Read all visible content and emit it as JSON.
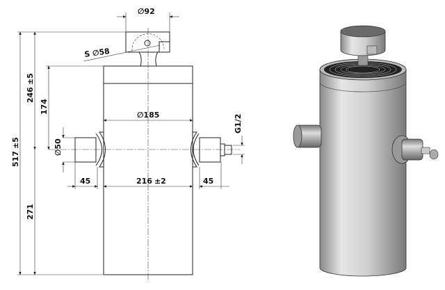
{
  "drawing": {
    "dim_top_diameter": "∅92",
    "dim_sphere": "S ∅58",
    "dim_body_diameter": "∅185",
    "dim_pin_diameter": "∅50",
    "dim_port": "G1/2",
    "dim_pin_height": {
      "value": "246",
      "tol": "±5"
    },
    "dim_pin_from_top": "174",
    "dim_total_height": {
      "value": "517",
      "tol": "±5"
    },
    "dim_lower_height": "271",
    "dim_pin_left_len": "45",
    "dim_body_width": {
      "value": "216",
      "tol": "±2"
    },
    "dim_pin_right_len": "45"
  }
}
